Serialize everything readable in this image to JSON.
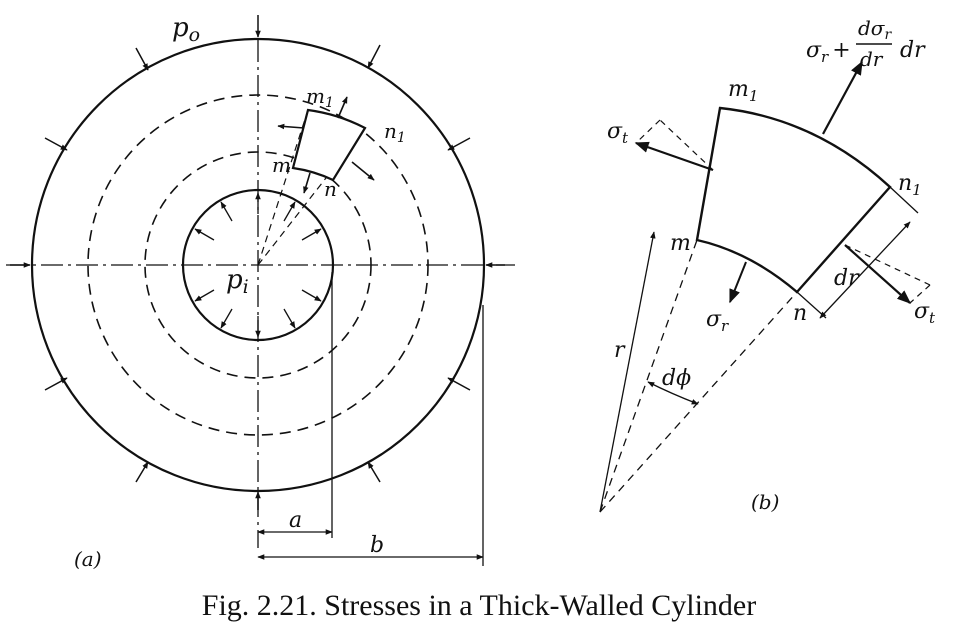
{
  "caption": "Fig. 2.21. Stresses in a Thick-Walled Cylinder",
  "panel_a": {
    "label": "(a)",
    "outer_pressure": "p",
    "outer_pressure_sub": "o",
    "inner_pressure": "p",
    "inner_pressure_sub": "i",
    "element_m": "m",
    "element_n": "n",
    "element_m1": "m",
    "element_m1_sub": "1",
    "element_n1": "n",
    "element_n1_sub": "1",
    "dim_inner": "a",
    "dim_outer": "b"
  },
  "panel_b": {
    "label": "(b)",
    "radial_stress_outer_prefix": "σ",
    "radial_stress_outer_prefix_sub": "r",
    "radial_stress_outer_plus": "+",
    "radial_stress_frac_num": "dσ",
    "radial_stress_frac_num_sub": "r",
    "radial_stress_frac_den": "dr",
    "radial_stress_outer_suffix": "dr",
    "tangential_left": "σ",
    "tangential_left_sub": "t",
    "tangential_right": "σ",
    "tangential_right_sub": "t",
    "radial_stress_inner": "σ",
    "radial_stress_inner_sub": "r",
    "element_m": "m",
    "element_n": "n",
    "element_m1": "m",
    "element_m1_sub": "1",
    "element_n1": "n",
    "element_n1_sub": "1",
    "dim_dr": "dr",
    "dim_r": "r",
    "angle": "dϕ"
  }
}
